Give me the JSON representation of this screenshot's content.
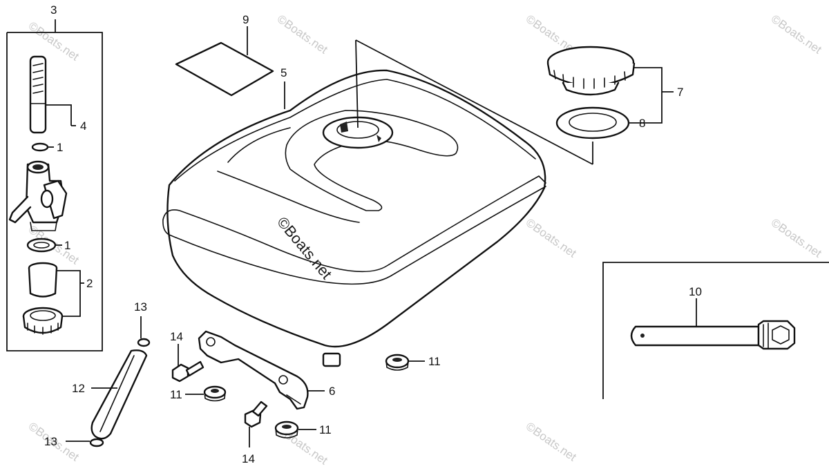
{
  "diagram": {
    "watermarks": [
      "©Boats.net",
      "©Boats.net",
      "©Boats.net",
      "©Boats.net",
      "©Boats.net",
      "©Boats.net",
      "©Boats.net",
      "©Boats.net",
      "©Boats.net",
      "©Boats.net"
    ],
    "center_watermark": "©Boats.net",
    "callouts": {
      "c3": "3",
      "c4": "4",
      "c1a": "1",
      "c1b": "1",
      "c2": "2",
      "c9": "9",
      "c5": "5",
      "c7": "7",
      "c8": "8",
      "c10": "10",
      "c13a": "13",
      "c13b": "13",
      "c12": "12",
      "c14a": "14",
      "c14b": "14",
      "c11a": "11",
      "c11b": "11",
      "c11c": "11",
      "c6": "6"
    }
  }
}
